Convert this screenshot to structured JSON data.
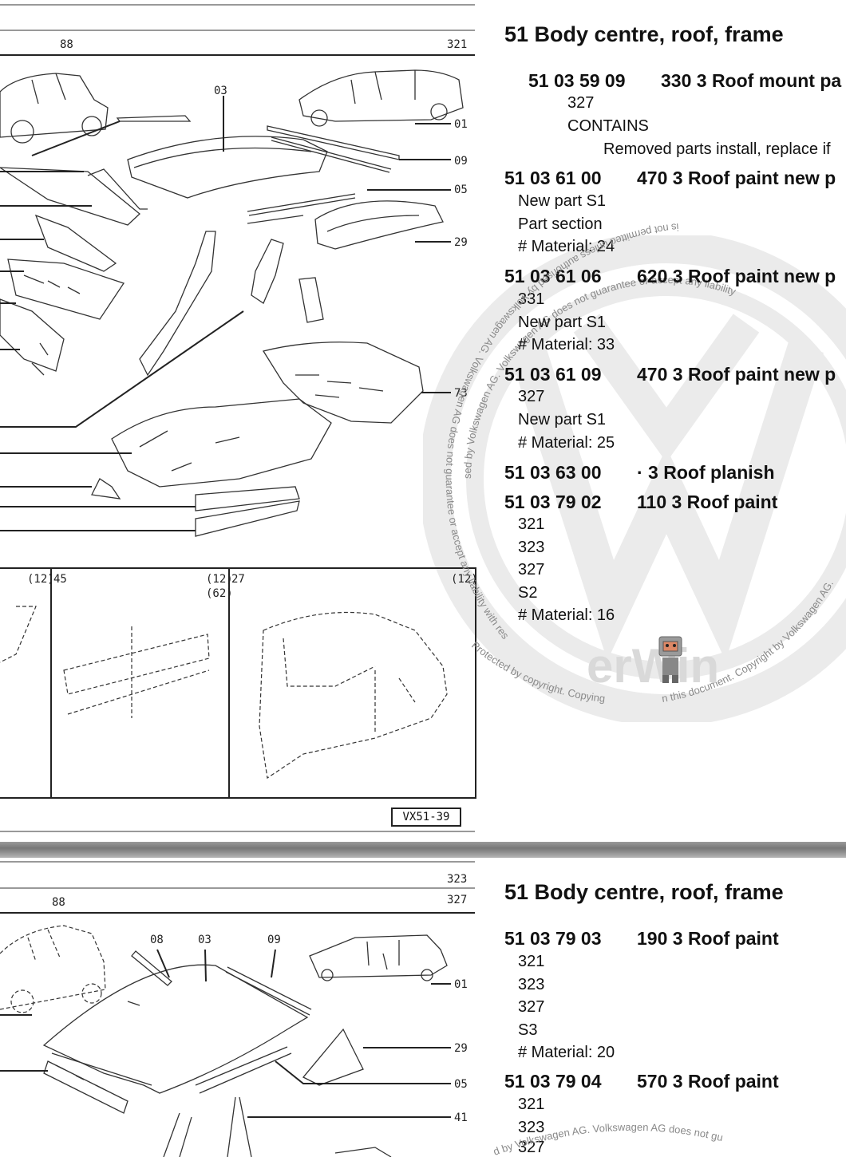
{
  "top": {
    "diagram": {
      "header_left": "88",
      "header_right": "321",
      "callouts": [
        "03",
        "01",
        "09",
        "05",
        "29",
        "73"
      ],
      "detail_labels": [
        "(12)",
        "45",
        "(12)",
        "(62)",
        "27",
        "(12)"
      ],
      "ref_code": "VX51-39"
    },
    "heading": "51 Body centre, roof, frame",
    "entries": [
      {
        "number": "51 03 59 09",
        "description": "330 3 Roof mount pa",
        "lines": [
          "327",
          "CONTAINS"
        ],
        "note": "Removed parts install, replace if"
      },
      {
        "number": "51 03 61 00",
        "description": "470 3 Roof paint new p",
        "lines": [
          "New part S1",
          "Part section",
          "# Material: 24"
        ]
      },
      {
        "number": "51 03 61 06",
        "description": "620 3 Roof paint new p",
        "lines": [
          "331",
          "New part S1",
          "# Material: 33"
        ]
      },
      {
        "number": "51 03 61 09",
        "description": "470 3 Roof paint new p",
        "lines": [
          "327",
          "New part S1",
          "# Material: 25"
        ]
      },
      {
        "number": "51 03 63 00",
        "description": "· 3 Roof planish",
        "lines": []
      },
      {
        "number": "51 03 79 02",
        "description": "110 3 Roof paint",
        "lines": [
          "321",
          "323",
          "327",
          "S2",
          "# Material: 16"
        ]
      }
    ]
  },
  "bottom": {
    "diagram": {
      "header_right_1": "323",
      "header_left": "88",
      "header_right_2": "327",
      "callouts": [
        "08",
        "03",
        "09",
        "01",
        "29",
        "05",
        "41"
      ]
    },
    "heading": "51 Body centre, roof, frame",
    "entries": [
      {
        "number": "51 03 79 03",
        "description": "190 3 Roof paint",
        "lines": [
          "321",
          "323",
          "327",
          "S3",
          "# Material: 20"
        ]
      },
      {
        "number": "51 03 79 04",
        "description": "570 3 Roof paint",
        "lines": [
          "321",
          "323",
          "327"
        ]
      }
    ]
  },
  "watermark": {
    "text_top": "sed by Volkswagen AG. Volkswagen AG does not guarantee or accept any liability",
    "text_left": "is not permitted unless authorised by Volkswagen AG. Volkswagen AG does not guarantee or accept any liability with respect to the correctness of information in this document. Copyright by Volkswagen AG. Protected by copyright. Copying for private or commercial purposes, in part or in whole",
    "text_bottom_left": "Protected by copyright. Copying for private or commercial purposes, in part or in whole",
    "text_bottom_right": "n this document. Copyright by Volkswagen AG.",
    "logo_text": "erWin",
    "text_bottom2": "d by Volkswagen AG. Volkswagen AG does not gu"
  }
}
